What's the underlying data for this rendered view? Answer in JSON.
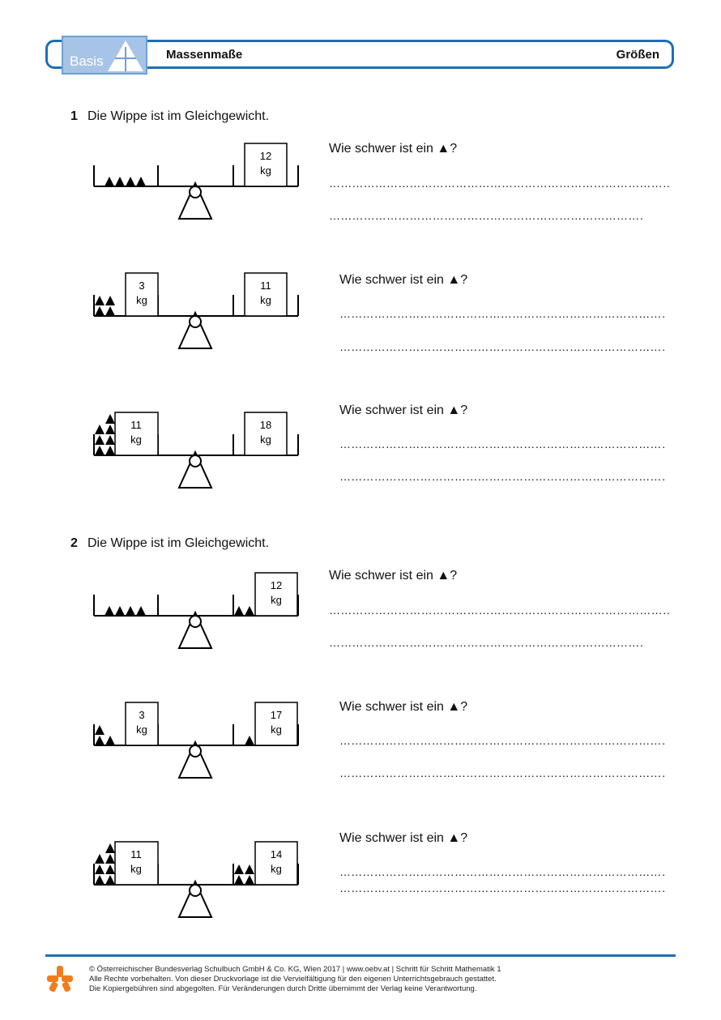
{
  "header": {
    "badge": "Basis",
    "title": "Massenmaße",
    "category": "Größen"
  },
  "tasks": [
    {
      "number": "1",
      "text": "Die Wippe ist im Gleichgewicht.",
      "items": [
        {
          "question": "Wie schwer ist ein ▲?",
          "left_label": null,
          "right_label": [
            "12",
            "kg"
          ]
        },
        {
          "question": "Wie schwer ist ein ▲?",
          "left_label": [
            "3",
            "kg"
          ],
          "right_label": [
            "11",
            "kg"
          ]
        },
        {
          "question": "Wie schwer ist ein ▲?",
          "left_label": [
            "11",
            "kg"
          ],
          "right_label": [
            "18",
            "kg"
          ]
        }
      ]
    },
    {
      "number": "2",
      "text": "Die Wippe ist im Gleichgewicht.",
      "items": [
        {
          "question": "Wie schwer ist ein ▲?",
          "left_label": null,
          "right_label": [
            "12",
            "kg"
          ]
        },
        {
          "question": "Wie schwer ist ein ▲?",
          "left_label": [
            "3",
            "kg"
          ],
          "right_label": [
            "17",
            "kg"
          ]
        },
        {
          "question": "Wie schwer ist ein ▲?",
          "left_label": [
            "11",
            "kg"
          ],
          "right_label": [
            "14",
            "kg"
          ]
        }
      ]
    }
  ],
  "answer_dots": "……………………………………………………………………………………………………………………",
  "footer": {
    "line1": "© Österreichischer Bundesverlag Schulbuch GmbH & Co. KG, Wien 2017 | www.oebv.at | Schritt für Schritt Mathematik 1",
    "line2": "Alle Rechte vorbehalten. Von dieser Druckvorlage ist die Vervielfältigung für den eigenen Unterrichtsgebrauch gestattet.",
    "line3": "Die Kopiergebühren sind abgegolten. Für Veränderungen durch Dritte übernimmt der Verlag keine Verantwortung."
  },
  "colors": {
    "accent": "#1f6fb4",
    "badge_bg": "#a7c4e6",
    "logo_orange": "#f07d1c"
  }
}
